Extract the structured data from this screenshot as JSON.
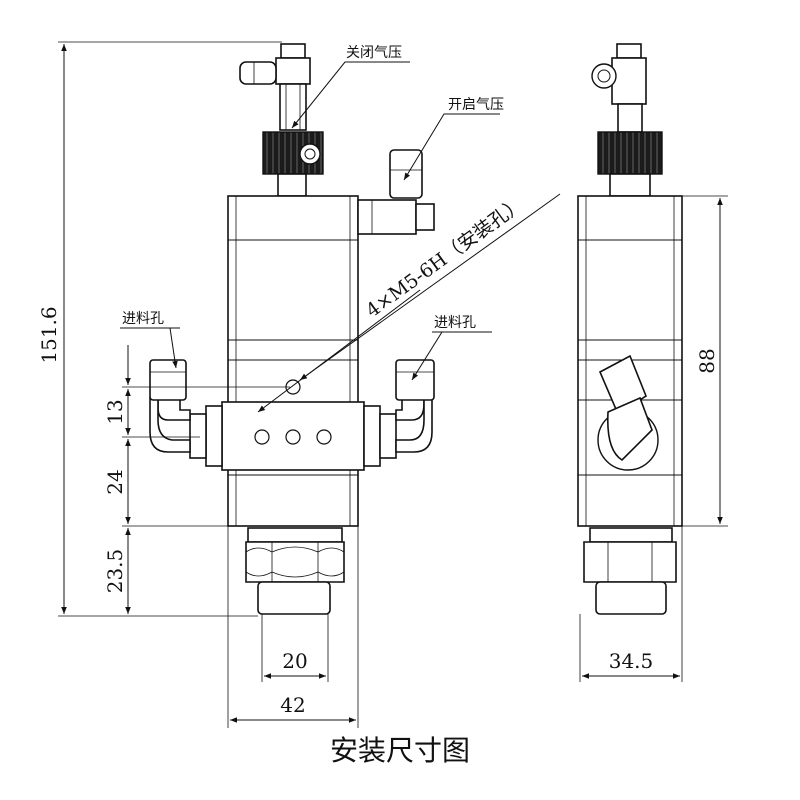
{
  "labels": {
    "close_air": "关闭气压",
    "open_air": "开启气压",
    "mount_hole": "4×M5-6H（安装孔）",
    "inlet_left": "进料孔",
    "inlet_right": "进料孔"
  },
  "dimensions": {
    "total_height": "151.6",
    "d13": "13",
    "d24": "24",
    "d23_5": "23.5",
    "nozzle_width": "20",
    "body_width": "42",
    "side_height": "88",
    "side_width": "34.5"
  },
  "caption": "安装尺寸图"
}
